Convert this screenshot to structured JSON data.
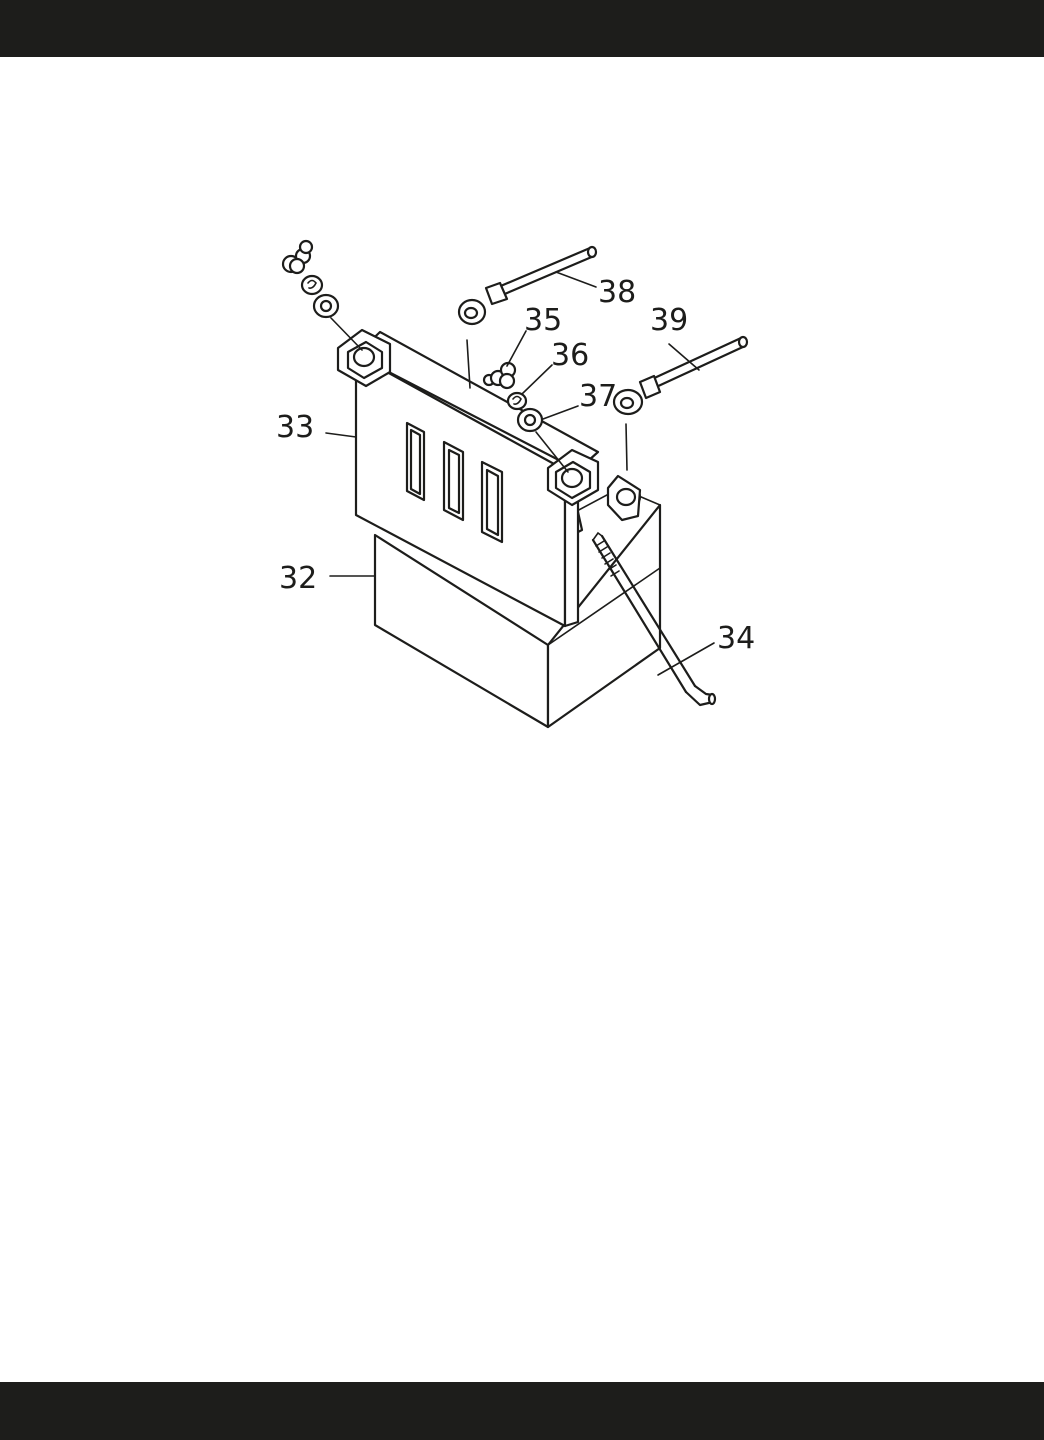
{
  "colors": {
    "ink": "#1d1d1b",
    "paper": "#ffffff",
    "band": "#1d1d1b"
  },
  "callouts": {
    "battery": "32",
    "battery_cover": "33",
    "hold_down_rod": "34",
    "terminal_bolt": "35",
    "lock_washer": "36",
    "flat_washer": "37",
    "positive_cable": "38",
    "negative_cable": "39"
  }
}
